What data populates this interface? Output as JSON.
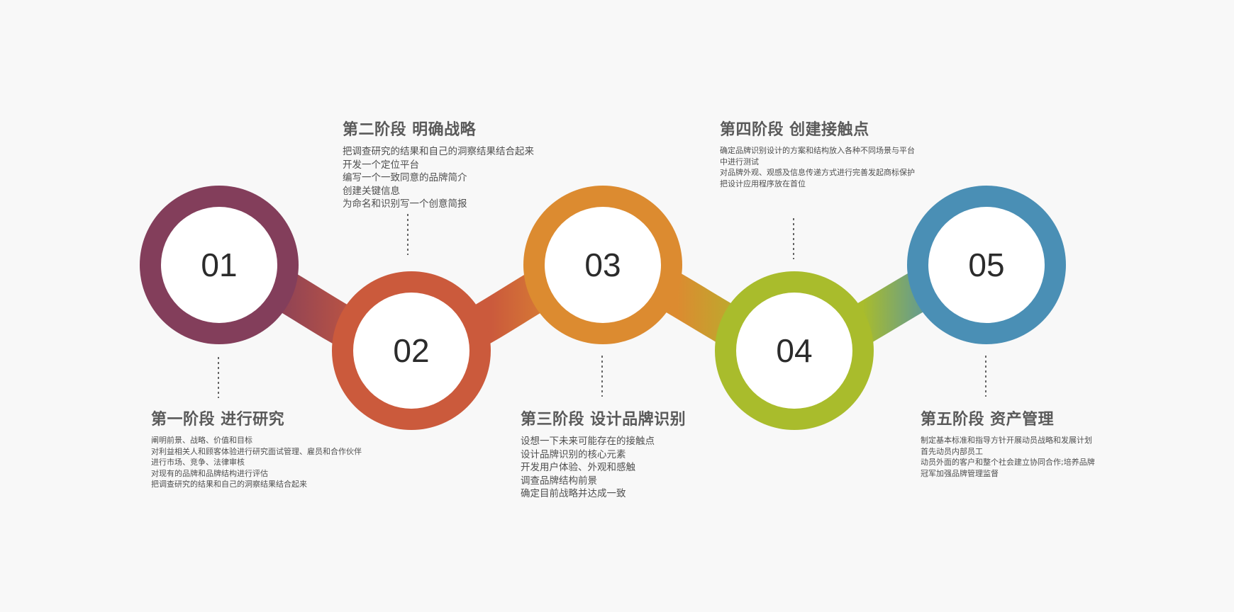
{
  "colors": {
    "background": "#f8f8f8",
    "stage_1": "#833e5b",
    "stage_2": "#cb5a3c",
    "stage_3": "#dc8b30",
    "stage_4": "#a9bc2c",
    "stage_5": "#4a8fb5",
    "text": "#555555",
    "number": "#2b2b2b"
  },
  "stages": [
    {
      "number": "01",
      "title": "第一阶段  进行研究",
      "items": [
        "阐明前景、战略、价值和目标",
        "对利益相关人和顾客体验进行研究面试管理、雇员和合作伙伴",
        "进行市场、竞争、法律审核",
        "对现有的品牌和品牌结构进行评估",
        "把调查研究的结果和自己的洞察结果结合起来"
      ]
    },
    {
      "number": "02",
      "title": "第二阶段 明确战略",
      "items": [
        "把调查研究的结果和自己的洞察结果结合起来",
        "开发一个定位平台",
        "编写一个一致同意的品牌简介",
        "创建关键信息",
        "为命名和识别写一个创意简报"
      ]
    },
    {
      "number": "03",
      "title": "第三阶段 设计品牌识别",
      "items": [
        "设想一下未来可能存在的接触点",
        "设计品牌识别的核心元素",
        "开发用户体验、外观和感触",
        "调查品牌结构前景",
        "确定目前战略并达成一致"
      ]
    },
    {
      "number": "04",
      "title": "第四阶段 创建接触点",
      "items": [
        "确定品牌识别设计的方案和结构放入各种不同场景与平台中进行测试",
        "对品牌外观、观感及信息传递方式进行完善发起商标保护",
        "把设计应用程序放在首位"
      ]
    },
    {
      "number": "05",
      "title": "第五阶段 资产管理",
      "items": [
        "制定基本标准和指导方针开展动员战略和发展计划首先动员内部员工",
        "动员外面的客户和整个社会建立协同合作;培养品牌冠军加强品牌管理监督"
      ]
    }
  ]
}
